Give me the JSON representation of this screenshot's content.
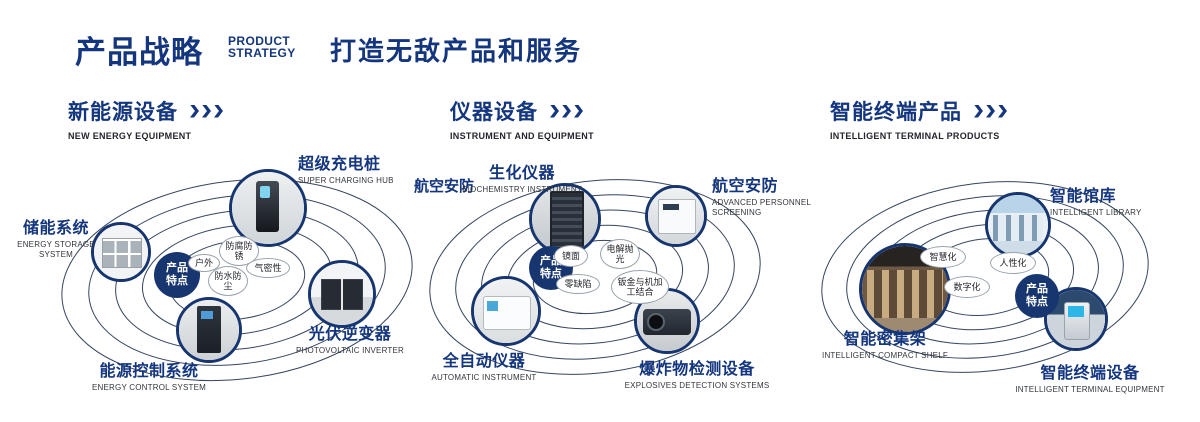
{
  "header": {
    "title": "产品战略",
    "subtitle_lines": [
      "PRODUCT",
      "STRATEGY"
    ],
    "slogan": "打造无敌产品和服务"
  },
  "sections": [
    {
      "id": "new-energy",
      "title": "新能源设备",
      "subtitle": "NEW ENERGY EQUIPMENT",
      "badge": "产品特点",
      "features": [
        {
          "label": "户外"
        },
        {
          "label": "防腐防锈"
        },
        {
          "label": "气密性"
        },
        {
          "label": "防水防尘"
        }
      ],
      "products": [
        {
          "name": "超级充电桩",
          "name_en": "SUPER CHARGING HUB"
        },
        {
          "name": "储能系统",
          "name_en": "ENERGY STORAGE SYSTEM"
        },
        {
          "name": "光伏逆变器",
          "name_en": "PHOTOVOLTAIC INVERTER"
        },
        {
          "name": "能源控制系统",
          "name_en": "ENERGY CONTROL SYSTEM"
        }
      ]
    },
    {
      "id": "instruments",
      "title": "仪器设备",
      "subtitle": "INSTRUMENT AND EQUIPMENT",
      "badge": "产品特点",
      "side_label": "航空安防",
      "features": [
        {
          "label": "镜面"
        },
        {
          "label": "电解抛光"
        },
        {
          "label": "零缺陷"
        },
        {
          "label": "钣金与机加工结合"
        }
      ],
      "products": [
        {
          "name": "生化仪器",
          "name_en": "BIOCHEMISTRY INSTRUMENT"
        },
        {
          "name": "航空安防",
          "name_en": "ADVANCED PERSONNEL SCREENING"
        },
        {
          "name": "全自动仪器",
          "name_en": "AUTOMATIC INSTRUMENT"
        },
        {
          "name": "爆炸物检测设备",
          "name_en": "EXPLOSIVES DETECTION SYSTEMS"
        }
      ]
    },
    {
      "id": "intelligent-terminal",
      "title": "智能终端产品",
      "subtitle": "INTELLIGENT TERMINAL PRODUCTS",
      "badge": "产品特点",
      "features": [
        {
          "label": "智慧化"
        },
        {
          "label": "人性化"
        },
        {
          "label": "数字化"
        }
      ],
      "products": [
        {
          "name": "智能馆库",
          "name_en": "INTELLIGENT LIBRARY"
        },
        {
          "name": "智能密集架",
          "name_en": "INTELLIGENT COMPACT SHELF"
        },
        {
          "name": "智能终端设备",
          "name_en": "INTELLIGENT TERMINAL EQUIPMENT"
        }
      ]
    }
  ],
  "colors": {
    "primary": "#14367e",
    "orbit_line": "#35465f"
  }
}
